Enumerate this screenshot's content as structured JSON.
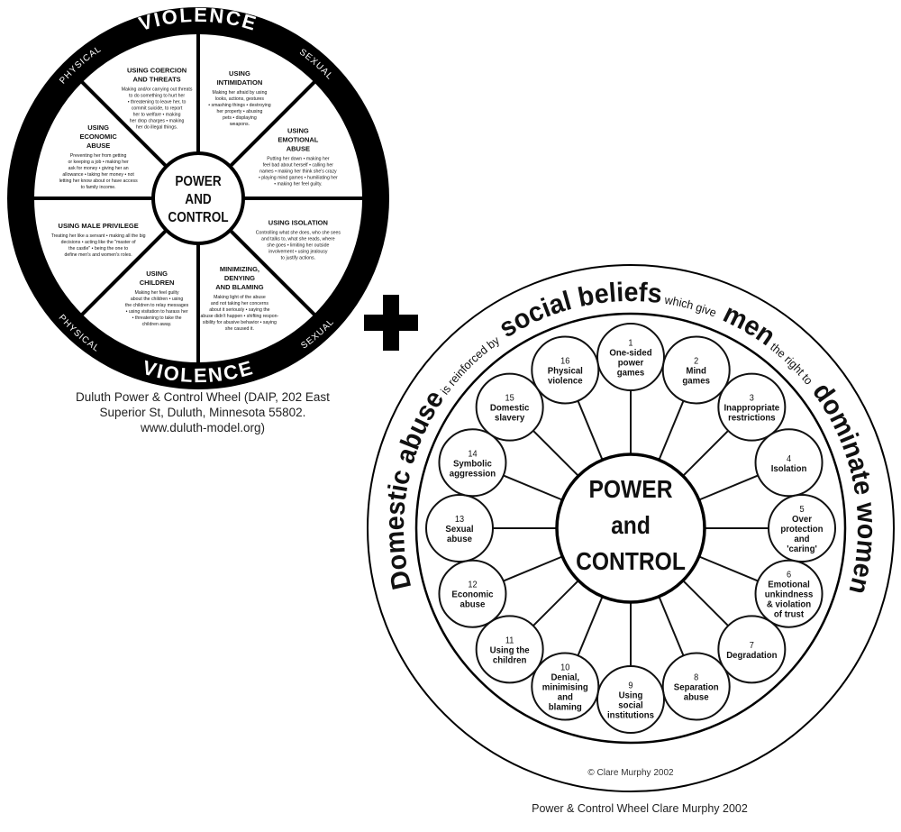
{
  "plus_sign": "+",
  "duluth": {
    "ring_top": "VIOLENCE",
    "ring_bottom": "VIOLENCE",
    "ring_labels": [
      "PHYSICAL",
      "SEXUAL",
      "PHYSICAL",
      "SEXUAL"
    ],
    "hub": [
      "POWER",
      "AND",
      "CONTROL"
    ],
    "segments": [
      {
        "title": [
          "USING COERCION",
          "AND THREATS"
        ],
        "text": [
          "Making and/or carrying out threats",
          "to do something to hurt her",
          "• threatening to leave her, to",
          "commit suicide, to report",
          "her to welfare • making",
          "her drop charges • making",
          "her do illegal things."
        ]
      },
      {
        "title": [
          "USING",
          "INTIMIDATION"
        ],
        "text": [
          "Making her afraid by using",
          "looks, actions, gestures",
          "• smashing things • destroying",
          "her property • abusing",
          "pets • displaying",
          "weapons."
        ]
      },
      {
        "title": [
          "USING",
          "EMOTIONAL",
          "ABUSE"
        ],
        "text": [
          "Putting her down • making her",
          "feel bad about herself • calling her",
          "names • making her think she's crazy",
          "• playing mind games • humiliating her",
          "• making her feel guilty."
        ]
      },
      {
        "title": [
          "USING ISOLATION"
        ],
        "text": [
          "Controlling what she does, who she sees",
          "and talks to, what she reads, where",
          "she goes • limiting her outside",
          "involvement • using jealousy",
          "to justify actions."
        ]
      },
      {
        "title": [
          "MINIMIZING,",
          "DENYING",
          "AND BLAMING"
        ],
        "text": [
          "Making light of the abuse",
          "and not taking her concerns",
          "about it seriously • saying the",
          "abuse didn't happen • shifting respon-",
          "sibility for abusive behavior • saying",
          "she caused it."
        ]
      },
      {
        "title": [
          "USING",
          "CHILDREN"
        ],
        "text": [
          "Making her feel guilty",
          "about the children • using",
          "the children to relay messages",
          "• using visitation to harass her",
          "• threatening to take the",
          "children away."
        ]
      },
      {
        "title": [
          "USING MALE PRIVILEGE"
        ],
        "text": [
          "Treating her like a servant • making all the big",
          "decisions • acting like the \"master of",
          "the castle\" • being the one to",
          "define men's and women's roles."
        ]
      },
      {
        "title": [
          "USING",
          "ECONOMIC",
          "ABUSE"
        ],
        "text": [
          "Preventing her from getting",
          "or keeping a job • making her",
          "ask for money • giving her an",
          "allowance • taking her money • not",
          "letting her know about or have access",
          "to family income."
        ]
      }
    ]
  },
  "duluth_caption": [
    "Duluth Power & Control Wheel (DAIP, 202 East",
    "Superior St, Duluth, Minnesota 55802.",
    "www.duluth-model.org)"
  ],
  "murphy": {
    "ring_words": [
      {
        "t": "Domestic abuse",
        "s": "big"
      },
      {
        "t": "is reinforced by",
        "s": "small"
      },
      {
        "t": "social beliefs",
        "s": "big"
      },
      {
        "t": "which give",
        "s": "small"
      },
      {
        "t": "men",
        "s": "big"
      },
      {
        "t": "the right to",
        "s": "small"
      },
      {
        "t": "dominate women",
        "s": "big"
      }
    ],
    "hub": [
      "POWER",
      "and",
      "CONTROL"
    ],
    "nodes": [
      {
        "n": "1",
        "lines": [
          "One-sided",
          "power",
          "games"
        ]
      },
      {
        "n": "2",
        "lines": [
          "Mind",
          "games"
        ]
      },
      {
        "n": "3",
        "lines": [
          "Inappropriate",
          "restrictions"
        ]
      },
      {
        "n": "4",
        "lines": [
          "Isolation"
        ]
      },
      {
        "n": "5",
        "lines": [
          "Over",
          "protection",
          "and",
          "'caring'"
        ]
      },
      {
        "n": "6",
        "lines": [
          "Emotional",
          "unkindness",
          "& violation",
          "of trust"
        ]
      },
      {
        "n": "7",
        "lines": [
          "Degradation"
        ]
      },
      {
        "n": "8",
        "lines": [
          "Separation",
          "abuse"
        ]
      },
      {
        "n": "9",
        "lines": [
          "Using",
          "social",
          "institutions"
        ]
      },
      {
        "n": "10",
        "lines": [
          "Denial,",
          "minimising",
          "and",
          "blaming"
        ]
      },
      {
        "n": "11",
        "lines": [
          "Using the",
          "children"
        ]
      },
      {
        "n": "12",
        "lines": [
          "Economic",
          "abuse"
        ]
      },
      {
        "n": "13",
        "lines": [
          "Sexual",
          "abuse"
        ]
      },
      {
        "n": "14",
        "lines": [
          "Symbolic",
          "aggression"
        ]
      },
      {
        "n": "15",
        "lines": [
          "Domestic",
          "slavery"
        ]
      },
      {
        "n": "16",
        "lines": [
          "Physical",
          "violence"
        ]
      }
    ],
    "copyright": "© Clare Murphy 2002"
  },
  "murphy_caption": "Power & Control Wheel Clare Murphy 2002"
}
